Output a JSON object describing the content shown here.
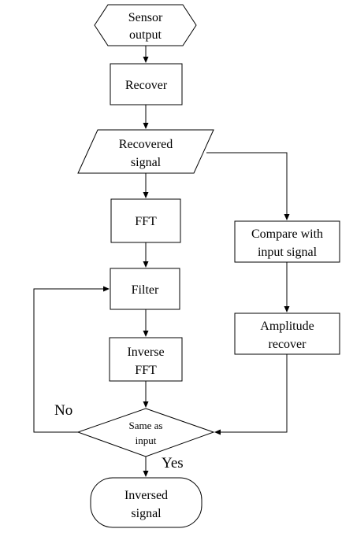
{
  "nodes": {
    "sensor_output": [
      "Sensor",
      "output"
    ],
    "recover": [
      "Recover"
    ],
    "recovered_signal": [
      "Recovered",
      "signal"
    ],
    "fft": [
      "FFT"
    ],
    "filter": [
      "Filter"
    ],
    "inverse_fft": [
      "Inverse",
      "FFT"
    ],
    "same_as_input": [
      "Same as",
      "input"
    ],
    "inversed_signal": [
      "Inversed",
      "signal"
    ],
    "compare": [
      "Compare with",
      "input signal"
    ],
    "amplitude_recover": [
      "Amplitude",
      "recover"
    ]
  },
  "edge_labels": {
    "no": "No",
    "yes": "Yes"
  }
}
